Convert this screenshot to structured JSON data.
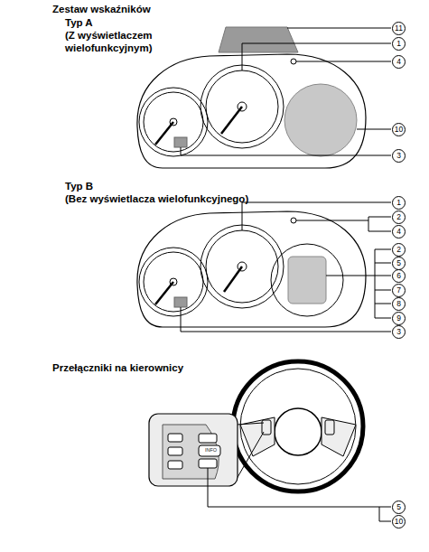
{
  "diagram": {
    "title": "Zestaw wskaźników",
    "labels": [
      "Typ A",
      "(Z wyświetlaczem wielofunkcyjnym)",
      "11",
      "1",
      "4",
      "10",
      "3",
      "Typ B",
      "(Bez wyświetlacza wielofunkcyjnego)",
      "1",
      "2",
      "4",
      "2",
      "5",
      "6",
      "7",
      "8",
      "9",
      "3",
      "Przełączniki na kierownicy",
      "INFO",
      "5",
      "10"
    ]
  }
}
